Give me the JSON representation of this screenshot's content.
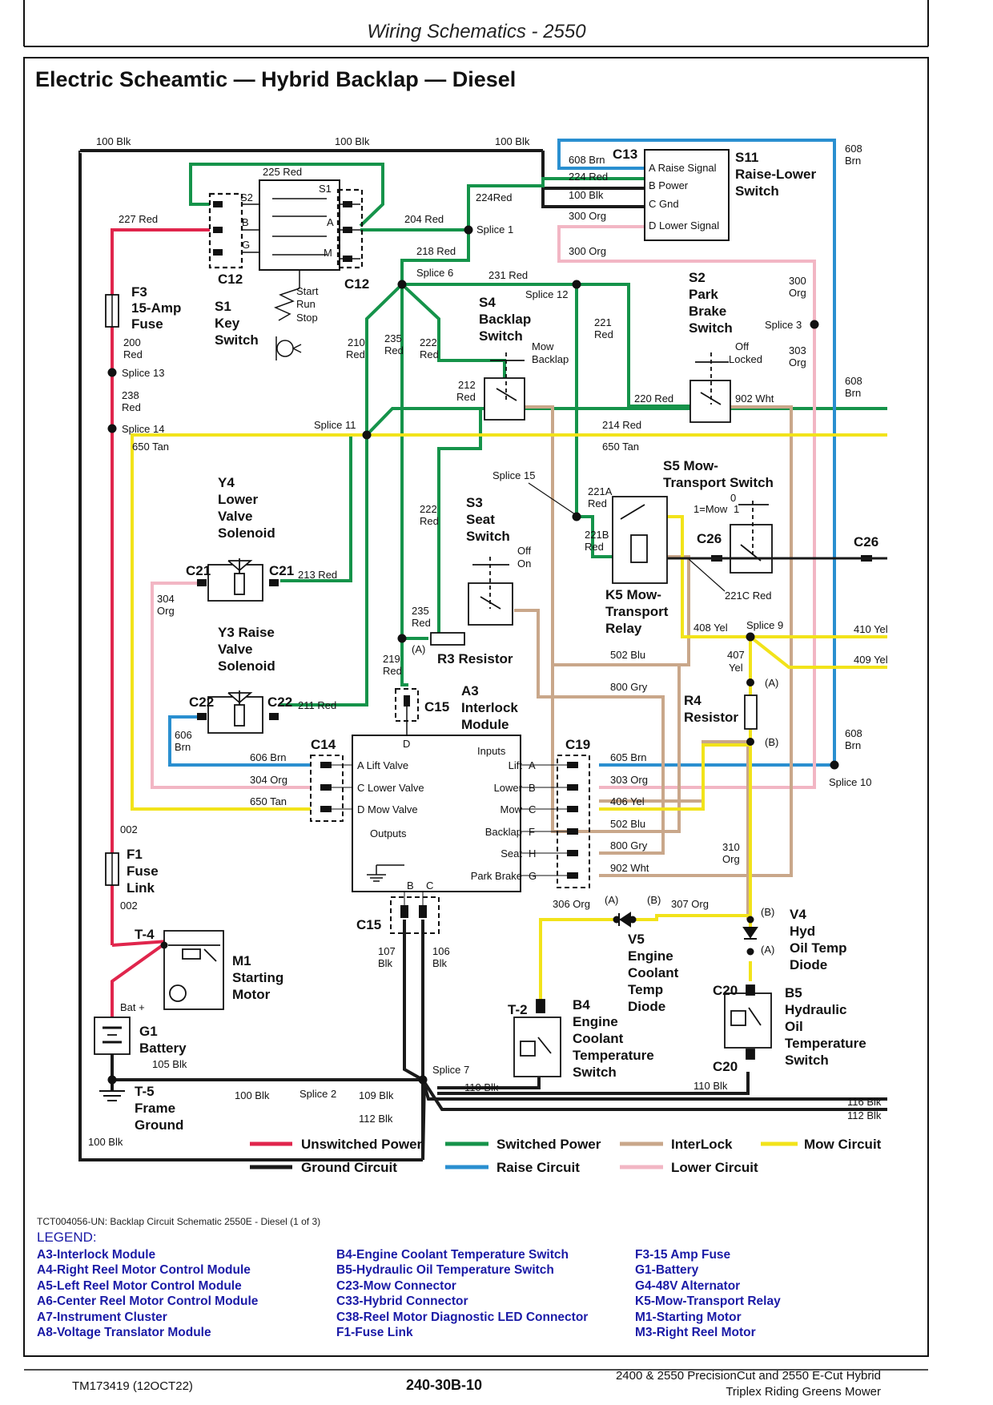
{
  "header": {
    "title": "Wiring Schematics - 2550"
  },
  "main_title": "Electric Scheamtic — Hybrid Backlap — Diesel",
  "figure_caption": "TCT004056-UN: Backlap Circuit Schematic 2550E - Diesel (1 of 3)",
  "wire_colors": {
    "unswitched_power": "#e0254c",
    "switched_power": "#15934a",
    "interlock": "#c9a78a",
    "mow_circuit": "#f2e31a",
    "ground_circuit": "#1a1a1a",
    "raise_circuit": "#2a8fd0",
    "lower_circuit": "#f2b6c4"
  },
  "components": {
    "c12": "C12",
    "s1": [
      "S1",
      "Key",
      "Switch"
    ],
    "s1_positions": [
      "Start",
      "Run",
      "Stop"
    ],
    "s1_terminals": [
      "S2",
      "B",
      "G",
      "S1",
      "A",
      "M"
    ],
    "f3": [
      "F3",
      "15-Amp",
      "Fuse"
    ],
    "s4": [
      "S4",
      "Backlap",
      "Switch"
    ],
    "s4_positions": [
      "Mow",
      "Backlap"
    ],
    "s2": [
      "S2",
      "Park",
      "Brake",
      "Switch"
    ],
    "s2_positions": [
      "Off",
      "Locked"
    ],
    "c13": "C13",
    "s11": [
      "S11",
      "Raise-Lower",
      "Switch"
    ],
    "s11_pins": [
      "A  Raise Signal",
      "B  Power",
      "C  Gnd",
      "D  Lower Signal"
    ],
    "y4": [
      "Y4",
      "Lower",
      "Valve",
      "Solenoid"
    ],
    "y3": [
      "Y3 Raise",
      "Valve",
      "Solenoid"
    ],
    "c21": "C21",
    "c22": "C22",
    "s3": [
      "S3",
      "Seat",
      "Switch"
    ],
    "s3_positions": [
      "Off",
      "On"
    ],
    "s5": [
      "S5 Mow-",
      "Transport Switch"
    ],
    "s5_positions": [
      "1=Mow",
      "0",
      "1"
    ],
    "c26": "C26",
    "k5": [
      "K5 Mow-",
      "Transport",
      "Relay"
    ],
    "r3": "R3 Resistor",
    "r4": [
      "R4",
      "Resistor"
    ],
    "c15": "C15",
    "a3": [
      "A3",
      "Interlock",
      "Module"
    ],
    "a3_pin_d": "D",
    "a3_left": [
      "A  Lift Valve",
      "C  Lower Valve",
      "D  Mow Valve"
    ],
    "a3_inputs_title": "Inputs",
    "a3_outputs_title": "Outputs",
    "a3_right": [
      {
        "label": "Lift",
        "pin": "A"
      },
      {
        "label": "Lower",
        "pin": "B"
      },
      {
        "label": "Mow",
        "pin": "C"
      },
      {
        "label": "Backlap",
        "pin": "F"
      },
      {
        "label": "Seat",
        "pin": "H"
      },
      {
        "label": "Park Brake",
        "pin": "G"
      }
    ],
    "a3_bottom_pins": [
      "B",
      "C"
    ],
    "c14": "C14",
    "c19": "C19",
    "f1": [
      "F1",
      "Fuse",
      "Link"
    ],
    "t4": "T-4",
    "m1": [
      "M1",
      "Starting",
      "Motor"
    ],
    "bat_plus": "Bat +",
    "g1": [
      "G1",
      "Battery"
    ],
    "t5": [
      "T-5",
      "Frame",
      "Ground"
    ],
    "t2": "T-2",
    "b4": [
      "B4",
      "Engine",
      "Coolant",
      "Temperature",
      "Switch"
    ],
    "v5": [
      "V5",
      "Engine",
      "Coolant",
      "Temp",
      "Diode"
    ],
    "v4": [
      "V4",
      "Hyd",
      "Oil Temp",
      "Diode"
    ],
    "b5": [
      "B5",
      "Hydraulic",
      "Oil",
      "Temperature",
      "Switch"
    ],
    "c20": "C20",
    "pin_a": "(A)",
    "pin_b": "(B)"
  },
  "splices": {
    "s1": "Splice 1",
    "s2": "Splice 2",
    "s3": "Splice 3",
    "s6": "Splice 6",
    "s7": "Splice 7",
    "s9": "Splice 9",
    "s10": "Splice 10",
    "s11": "Splice 11",
    "s12": "Splice 12",
    "s13": "Splice 13",
    "s14": "Splice 14",
    "s15": "Splice 15"
  },
  "wires": {
    "w100_blk": "100 Blk",
    "w225": "225 Red",
    "w224": "224 Red",
    "w224b": "224Red",
    "w227": "227 Red",
    "w204": "204 Red",
    "w218": "218 Red",
    "w231": "231 Red",
    "w608": "608 Brn",
    "w300": "300 Org",
    "w200": "200",
    "w200r": "Red",
    "w238": "238",
    "w238r": "Red",
    "w650": "650 Tan",
    "w210": "210",
    "w210r": "Red",
    "w235": "235",
    "w235r": "Red",
    "w222": "222",
    "w222r": "Red",
    "w221": "221",
    "w221r": "Red",
    "w212": "212",
    "w212r": "Red",
    "w220": "220 Red",
    "w902": "902 Wht",
    "w214": "214 Red",
    "w300a": "300",
    "w300o": "Org",
    "w303": "303",
    "w303o": "Org",
    "w608a": "608",
    "w608b": "Brn",
    "w213": "213 Red",
    "w211": "211 Red",
    "w304": "304",
    "w304o": "Org",
    "w221a": "221A",
    "w221b": "221B",
    "w221c": "221C Red",
    "w408": "408 Yel",
    "w410": "410 Yel",
    "w409": "409 Yel",
    "w407": "407",
    "w407y": "Yel",
    "w502": "502 Blu",
    "w800": "800 Gry",
    "w219": "219",
    "w606": "606",
    "w606b": "Brn",
    "w606full": "606 Brn",
    "w304full": "304 Org",
    "w605": "605 Brn",
    "w303full": "303 Org",
    "w406": "406 Yel",
    "w310": "310",
    "w310o": "Org",
    "w002": "002",
    "w306": "306 Org",
    "w307": "307 Org",
    "w107": "107",
    "w106": "106",
    "wblk": "Blk",
    "w105": "105 Blk",
    "w109": "109 Blk",
    "w112": "112 Blk",
    "w110": "110 Blk",
    "w116": "116 Blk"
  },
  "color_legend": [
    {
      "label": "Unswitched Power",
      "color": "#e0254c"
    },
    {
      "label": "Switched Power",
      "color": "#15934a"
    },
    {
      "label": "InterLock",
      "color": "#c9a78a"
    },
    {
      "label": "Mow Circuit",
      "color": "#f2e31a"
    },
    {
      "label": "Ground Circuit",
      "color": "#1a1a1a"
    },
    {
      "label": "Raise Circuit",
      "color": "#2a8fd0"
    },
    {
      "label": "Lower Circuit",
      "color": "#f2b6c4"
    }
  ],
  "legend": {
    "title": "LEGEND:",
    "col1": [
      "A3-Interlock Module",
      "A4-Right Reel Motor Control Module",
      "A5-Left Reel Motor Control Module",
      "A6-Center Reel Motor Control Module",
      "A7-Instrument Cluster",
      "A8-Voltage Translator Module"
    ],
    "col2": [
      "B4-Engine Coolant Temperature Switch",
      "B5-Hydraulic Oil Temperature Switch",
      "C23-Mow Connector",
      "C33-Hybrid Connector",
      "C38-Reel Motor Diagnostic LED Connector",
      "F1-Fuse Link"
    ],
    "col3": [
      "F3-15 Amp Fuse",
      "G1-Battery",
      "G4-48V Alternator",
      "K5-Mow-Transport Relay",
      "M1-Starting Motor",
      "M3-Right Reel Motor"
    ]
  },
  "footer": {
    "doc_id": "TM173419 (12OCT22)",
    "page": "240-30B-10",
    "model_line1": "2400 & 2550 PrecisionCut and 2550 E-Cut Hybrid",
    "model_line2": "Triplex Riding Greens Mower"
  }
}
